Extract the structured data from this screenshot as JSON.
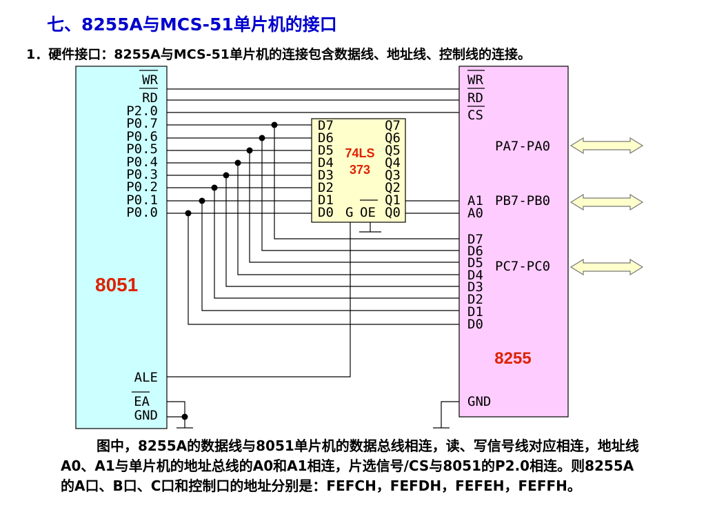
{
  "title": "七、8255A与MCS-51单片机的接口",
  "subtitle": "1．硬件接口：8255A与MCS-51单片机的连接包含数据线、地址线、控制线的连接。",
  "colors": {
    "title": "#0000cc",
    "mcu_fill": "#ccffff",
    "ppi_fill": "#ffccff",
    "latch_fill": "#ffffcc",
    "arrow_fill": "#ffffcc",
    "chip_label": "#dd2200"
  },
  "mcu": {
    "name": "8051",
    "pins_top": [
      "WR",
      "RD",
      "P2.0",
      "P0.7",
      "P0.6",
      "P0.5",
      "P0.4",
      "P0.3",
      "P0.2",
      "P0.1",
      "P0.0"
    ],
    "pins_bottom": [
      "ALE",
      "EA",
      "GND"
    ]
  },
  "latch": {
    "name_line1": "74LS",
    "name_line2": "373",
    "d_pins": [
      "D7",
      "D6",
      "D5",
      "D4",
      "D3",
      "D2",
      "D1",
      "D0"
    ],
    "q_pins": [
      "Q7",
      "Q6",
      "Q5",
      "Q4",
      "Q3",
      "Q2",
      "Q1",
      "Q0"
    ],
    "g_pin": "G",
    "oe_pin": "OE"
  },
  "ppi": {
    "name": "8255",
    "control_pins": [
      "WR",
      "RD",
      "CS"
    ],
    "address_pins": [
      "A1",
      "A0"
    ],
    "data_pins": [
      "D7",
      "D6",
      "D5",
      "D4",
      "D3",
      "D2",
      "D1",
      "D0"
    ],
    "gnd_pin": "GND",
    "ports": [
      "PA7-PA0",
      "PB7-PB0",
      "PC7-PC0"
    ]
  },
  "description": "图中，8255A的数据线与8051单片机的数据总线相连，读、写信号线对应相连，地址线A0、A1与单片机的地址总线的A0和A1相连，片选信号/CS与8051的P2.0相连。则8255A的A口、B口、C口和控制口的地址分别是：FEFCH，FEFDH，FEFEH，FEFFH。"
}
